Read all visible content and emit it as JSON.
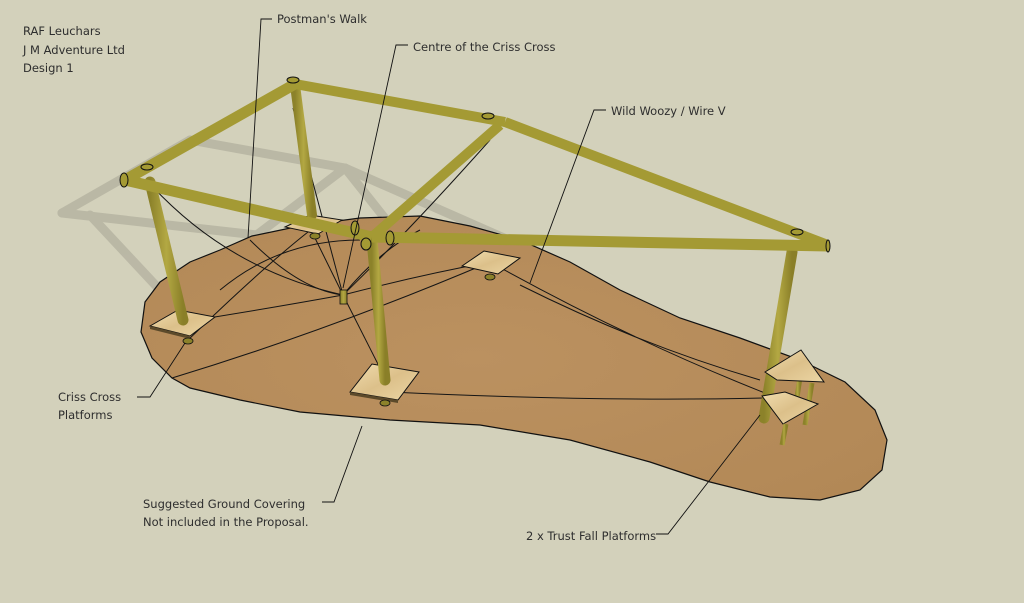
{
  "title_block": {
    "line1": "RAF Leuchars",
    "line2": "J M Adventure Ltd",
    "line3": "Design 1"
  },
  "annotations": {
    "postmans_walk": "Postman's Walk",
    "centre_criss_cross": "Centre of the Criss Cross",
    "wild_woozy": "Wild Woozy / Wire V",
    "criss_cross_platforms_line1": "Criss Cross",
    "criss_cross_platforms_line2": "Platforms",
    "ground_covering_line1": "Suggested Ground Covering",
    "ground_covering_line2": "Not included in the Proposal.",
    "trust_fall": "2 x Trust Fall Platforms"
  },
  "colors": {
    "background": "#d3d1bb",
    "ground": "#b78d5c",
    "timber": "#a49a34",
    "platform": "#e6cfa0",
    "shadow": "#b6b4a2",
    "line": "#111111",
    "text": "#2e2e2e"
  }
}
